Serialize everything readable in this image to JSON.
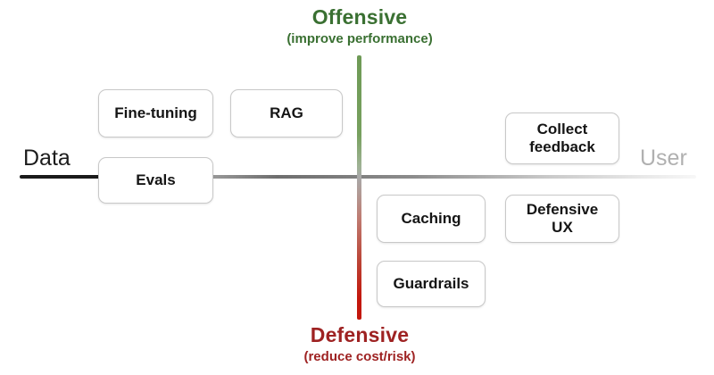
{
  "diagram": {
    "title_visible": false,
    "axes": {
      "vertical": {
        "top_label": {
          "title": "Offensive",
          "subtitle": "(improve performance)",
          "color": "#3a7032"
        },
        "bottom_label": {
          "title": "Defensive",
          "subtitle": "(reduce cost/risk)",
          "color": "#9e2222"
        }
      },
      "horizontal": {
        "left_label": {
          "text": "Data",
          "color": "#1c1c1c"
        },
        "right_label": {
          "text": "User",
          "color": "#b0b0b0"
        }
      }
    },
    "nodes": [
      {
        "id": "fine-tuning",
        "label": "Fine-tuning",
        "quadrant": "data-offensive"
      },
      {
        "id": "rag",
        "label": "RAG",
        "quadrant": "data-offensive"
      },
      {
        "id": "evals",
        "label": "Evals",
        "quadrant": "data-center"
      },
      {
        "id": "collect",
        "label": "Collect\nfeedback",
        "line1": "Collect",
        "line2": "feedback",
        "quadrant": "user-offensive"
      },
      {
        "id": "caching",
        "label": "Caching",
        "quadrant": "user-defensive"
      },
      {
        "id": "defensive-ux",
        "label": "Defensive\nUX",
        "line1": "Defensive",
        "line2": "UX",
        "quadrant": "user-defensive"
      },
      {
        "id": "guardrails",
        "label": "Guardrails",
        "quadrant": "user-defensive"
      }
    ]
  }
}
